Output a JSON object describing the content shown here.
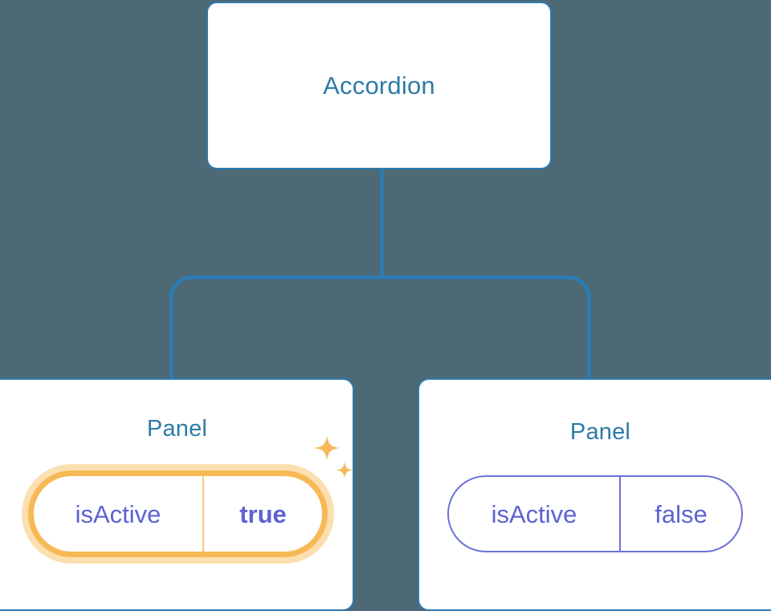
{
  "diagram": {
    "type": "component-tree",
    "background_color": "#4c6975",
    "connector_color": "#2e7bb0"
  },
  "root": {
    "title": "Accordion",
    "title_color": "#2e7ba6"
  },
  "panels": [
    {
      "title": "Panel",
      "title_color": "#2e7ba6",
      "highlighted": true,
      "prop": {
        "key": "isActive",
        "value": "true",
        "value_bold": true,
        "text_color": "#5c62d4",
        "border_color": "#f7b955",
        "glow_color": "#fbdfb0"
      },
      "sparkle_color": "#f5b95c"
    },
    {
      "title": "Panel",
      "title_color": "#2e7ba6",
      "highlighted": false,
      "prop": {
        "key": "isActive",
        "value": "false",
        "value_bold": false,
        "text_color": "#5c62d4",
        "border_color": "#6b72d6"
      }
    }
  ]
}
